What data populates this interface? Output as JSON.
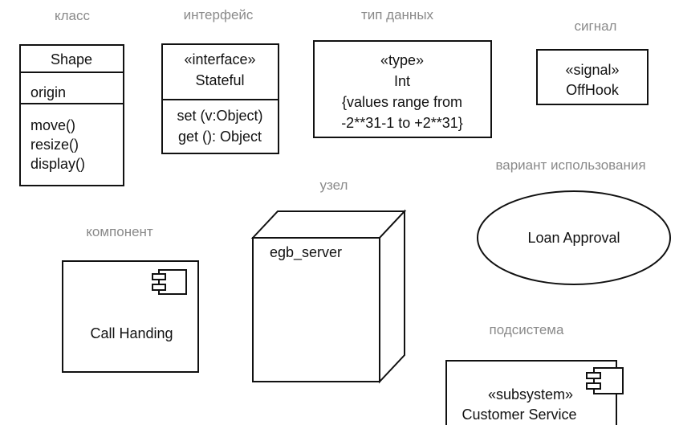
{
  "captions": {
    "class": "класс",
    "interface": "интерфейс",
    "datatype": "тип данных",
    "signal": "сигнал",
    "usecase": "вариант использования",
    "node": "узел",
    "component": "компонент",
    "subsystem": "подсистема"
  },
  "class_box": {
    "name": "Shape",
    "attribute": "origin",
    "operations": [
      "move()",
      "resize()",
      "display()"
    ]
  },
  "interface_box": {
    "stereotype": "«interface»",
    "name": "Stateful",
    "operations": [
      "set (v:Object)",
      "get (): Object"
    ]
  },
  "datatype_box": {
    "stereotype": "«type»",
    "name": "Int",
    "constraint": [
      "{values range from",
      "-2**31-1 to +2**31}"
    ]
  },
  "signal_box": {
    "stereotype": "«signal»",
    "name": "OffHook"
  },
  "usecase": {
    "name": "Loan Approval"
  },
  "node": {
    "name": "egb_server"
  },
  "component": {
    "name": "Call Handing"
  },
  "subsystem": {
    "stereotype": "«subsystem»",
    "name": "Customer Service"
  }
}
